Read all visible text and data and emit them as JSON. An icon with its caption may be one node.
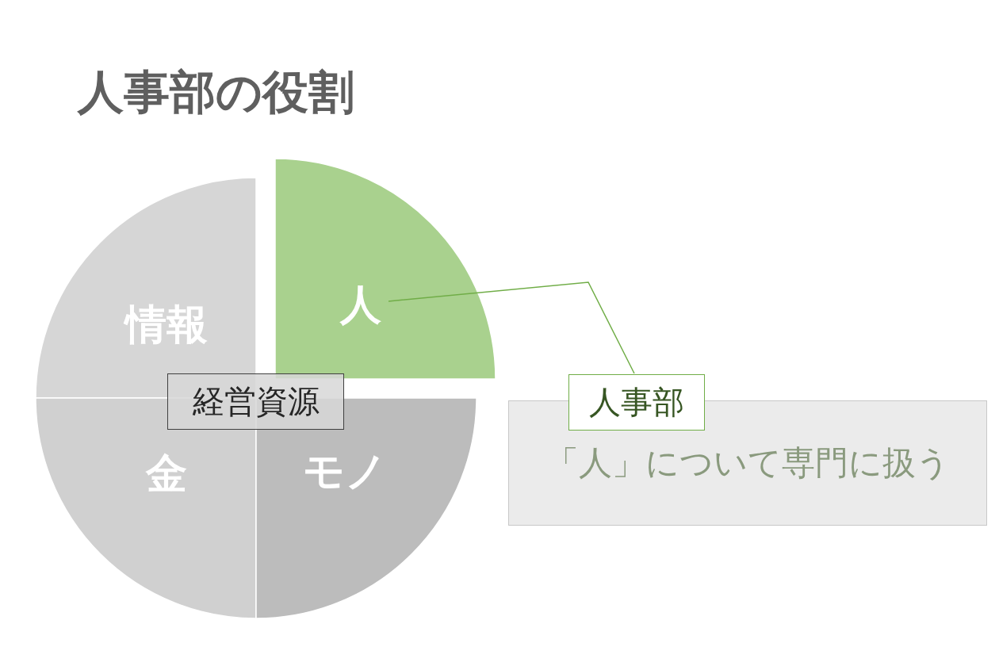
{
  "diagram": {
    "title": "人事部の役割",
    "nodes": [
      {
        "text": [
          "人"
        ]
      },
      {
        "text": [
          "情報"
        ]
      },
      {
        "text": [
          "経営資源"
        ]
      },
      {
        "text": [
          "金"
        ]
      },
      {
        "text": [
          "モノ"
        ]
      },
      {
        "text": [
          "人事部",
          "「人」について専門に扱う"
        ]
      }
    ],
    "edges": [
      {
        "from": 5,
        "to": 0,
        "arrow": "none",
        "color": "#70ad47"
      }
    ]
  }
}
